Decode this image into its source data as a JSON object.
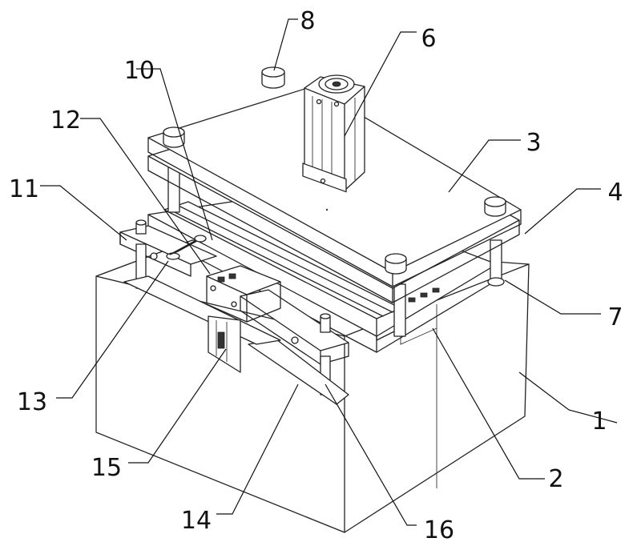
{
  "callouts": [
    {
      "id": "1",
      "text": "1"
    },
    {
      "id": "2",
      "text": "2"
    },
    {
      "id": "3",
      "text": "3"
    },
    {
      "id": "4",
      "text": "4"
    },
    {
      "id": "6",
      "text": "6"
    },
    {
      "id": "7",
      "text": "7"
    },
    {
      "id": "8",
      "text": "8"
    },
    {
      "id": "10",
      "text": "10"
    },
    {
      "id": "11",
      "text": "11"
    },
    {
      "id": "12",
      "text": "12"
    },
    {
      "id": "13",
      "text": "13"
    },
    {
      "id": "14",
      "text": "14"
    },
    {
      "id": "15",
      "text": "15"
    },
    {
      "id": "16",
      "text": "16"
    }
  ]
}
